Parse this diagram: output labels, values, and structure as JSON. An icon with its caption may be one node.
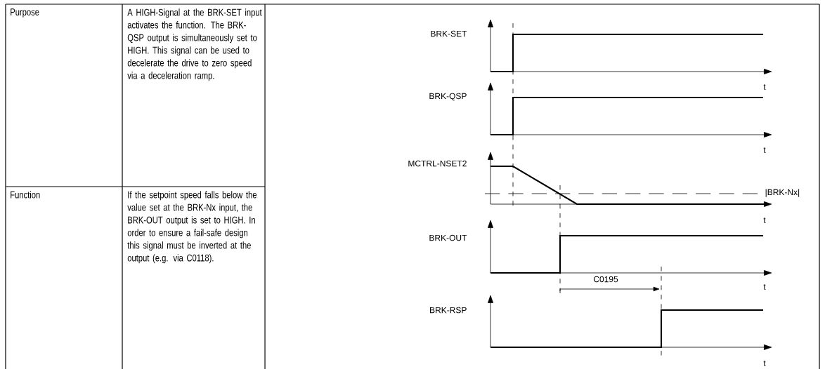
{
  "diagram": {
    "labels": [
      "Purpose",
      "A HIGH-Signal at the BRK-SET input activates the function. The BRK-QSP output is simultaneously set to HIGH. This signal can be used to decelerate the drive to zero speed via a deceleration ramp.",
      "Function",
      "If the setpoint speed falls below the value set at the BRK-Nx input, the BRK-OUT output is set to HIGH. In order to ensure a fail-safe design this signal must be inverted at the output (e.g. via C0118).",
      "BRK-SET",
      "t",
      "BRK-QSP",
      "t",
      "MCTRL-NSET2",
      "|BRK-Nx|",
      "t",
      "BRK-OUT",
      "C0195",
      "t",
      "BRK-RSP",
      "t"
    ]
  }
}
